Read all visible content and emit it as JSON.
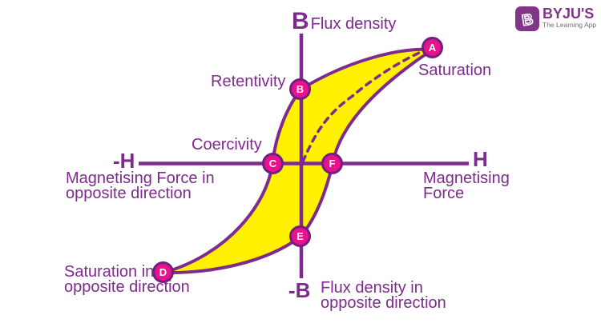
{
  "title": "Hysteresis loop (B-H curve) diagram",
  "colors": {
    "purple": "#7d2b8c",
    "circle_fill": "#e9118c",
    "circle_ring": "#701f80",
    "loop_fill": "#fff100",
    "logo_purple": "#813588",
    "tagline_gray": "#6d6e71",
    "background": "#ffffff"
  },
  "axis_labels": {
    "b": "B",
    "minus_h": "-H",
    "h": "H",
    "minus_b": "-B"
  },
  "labels": {
    "flux_density": "Flux density",
    "retentivity": "Retentivity",
    "coercivity": "Coercivity",
    "saturation": "Saturation",
    "saturation_opposite_line1": "Saturation in",
    "saturation_opposite_line2": "opposite direction",
    "magnetising_opposite_line1": "Magnetising Force in",
    "magnetising_opposite_line2": "opposite direction",
    "magnetising_line1": "Magnetising",
    "magnetising_line2": "Force",
    "flux_opposite_line1": "Flux density in",
    "flux_opposite_line2": "opposite direction"
  },
  "points": {
    "a": "A",
    "b": "B",
    "c": "C",
    "d": "D",
    "e": "E",
    "f": "F"
  },
  "logo": {
    "mark": "B",
    "brand": "BYJU'S",
    "tagline": "The Learning App"
  }
}
